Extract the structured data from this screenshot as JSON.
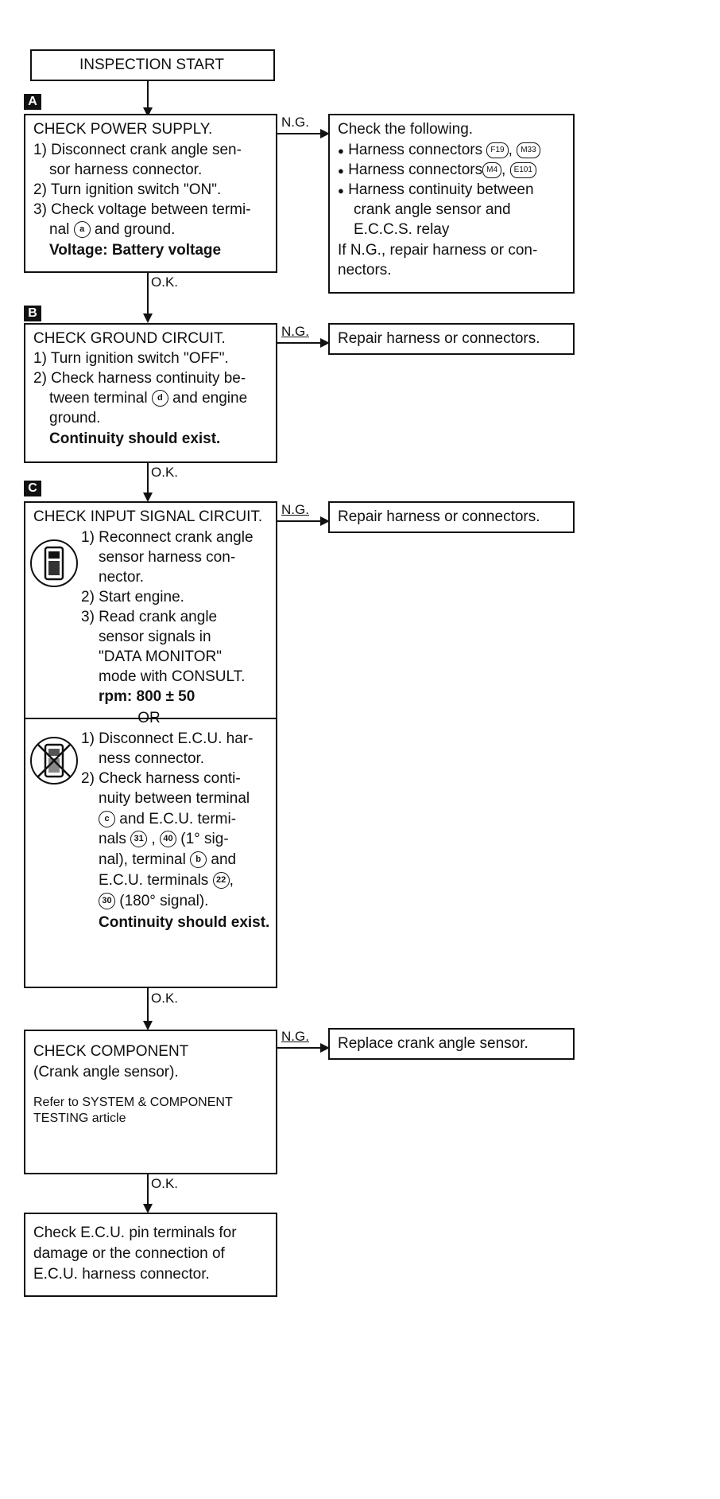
{
  "start": {
    "label": "INSPECTION START"
  },
  "steps": {
    "a": {
      "letter": "A",
      "title": "CHECK POWER SUPPLY.",
      "lines": [
        "1) Disconnect crank angle sen-",
        "sor harness connector.",
        "2) Turn ignition switch \"ON\".",
        "3) Check voltage between termi-",
        "nal",
        "and ground."
      ],
      "emphasis": "Voltage: Battery voltage",
      "terminal": "a"
    },
    "b": {
      "letter": "B",
      "title": "CHECK GROUND CIRCUIT.",
      "lines": [
        "1) Turn ignition switch \"OFF\".",
        "2) Check harness continuity be-",
        "tween terminal",
        "and engine",
        "ground."
      ],
      "emphasis": "Continuity should exist.",
      "terminal": "d"
    },
    "c": {
      "letter": "C",
      "title": "CHECK INPUT SIGNAL CIRCUIT.",
      "consult_lines": [
        "1) Reconnect crank angle",
        "sensor harness con-",
        "nector.",
        "2) Start engine.",
        "3) Read crank angle",
        "sensor signals in",
        "\"DATA MONITOR\"",
        "mode with CONSULT."
      ],
      "consult_emphasis": "rpm: 800 ± 50",
      "or_label": "OR",
      "manual_lines": [
        "1) Disconnect E.C.U. har-",
        "ness connector.",
        "2) Check harness conti-",
        "nuity between terminal",
        "and E.C.U. termi-",
        "nals",
        ",",
        "(1° sig-",
        "nal), terminal",
        "and",
        "E.C.U. terminals",
        ",",
        "(180° signal)."
      ],
      "manual_emphasis": "Continuity should exist.",
      "terminals": {
        "c": "c",
        "t31": "31",
        "t40": "40",
        "b": "b",
        "t22": "22",
        "t30": "30"
      }
    },
    "d": {
      "title": "CHECK COMPONENT",
      "subtitle": "(Crank angle sensor).",
      "note_1": "Refer to SYSTEM & COMPONENT",
      "note_2": "TESTING article"
    },
    "final": {
      "lines": [
        "Check E.C.U. pin terminals for",
        "damage or the connection of",
        "E.C.U. harness connector."
      ]
    }
  },
  "ng_boxes": {
    "a": {
      "intro": "Check the following.",
      "bullets": [
        "Harness connectors",
        ",",
        "Harness connectors",
        ",",
        "Harness continuity between",
        "crank angle sensor and",
        "E.C.C.S. relay"
      ],
      "connectors": [
        "F19",
        "M33",
        "M4",
        "E101"
      ],
      "outro_1": "If N.G., repair harness or con-",
      "outro_2": "nectors.",
      "bullet_char": "●"
    },
    "b": {
      "text": "Repair harness or connectors."
    },
    "c": {
      "text": "Repair harness or connectors."
    },
    "d": {
      "text": "Replace crank angle sensor."
    }
  },
  "labels": {
    "ng": "N.G.",
    "ok": "O.K."
  }
}
